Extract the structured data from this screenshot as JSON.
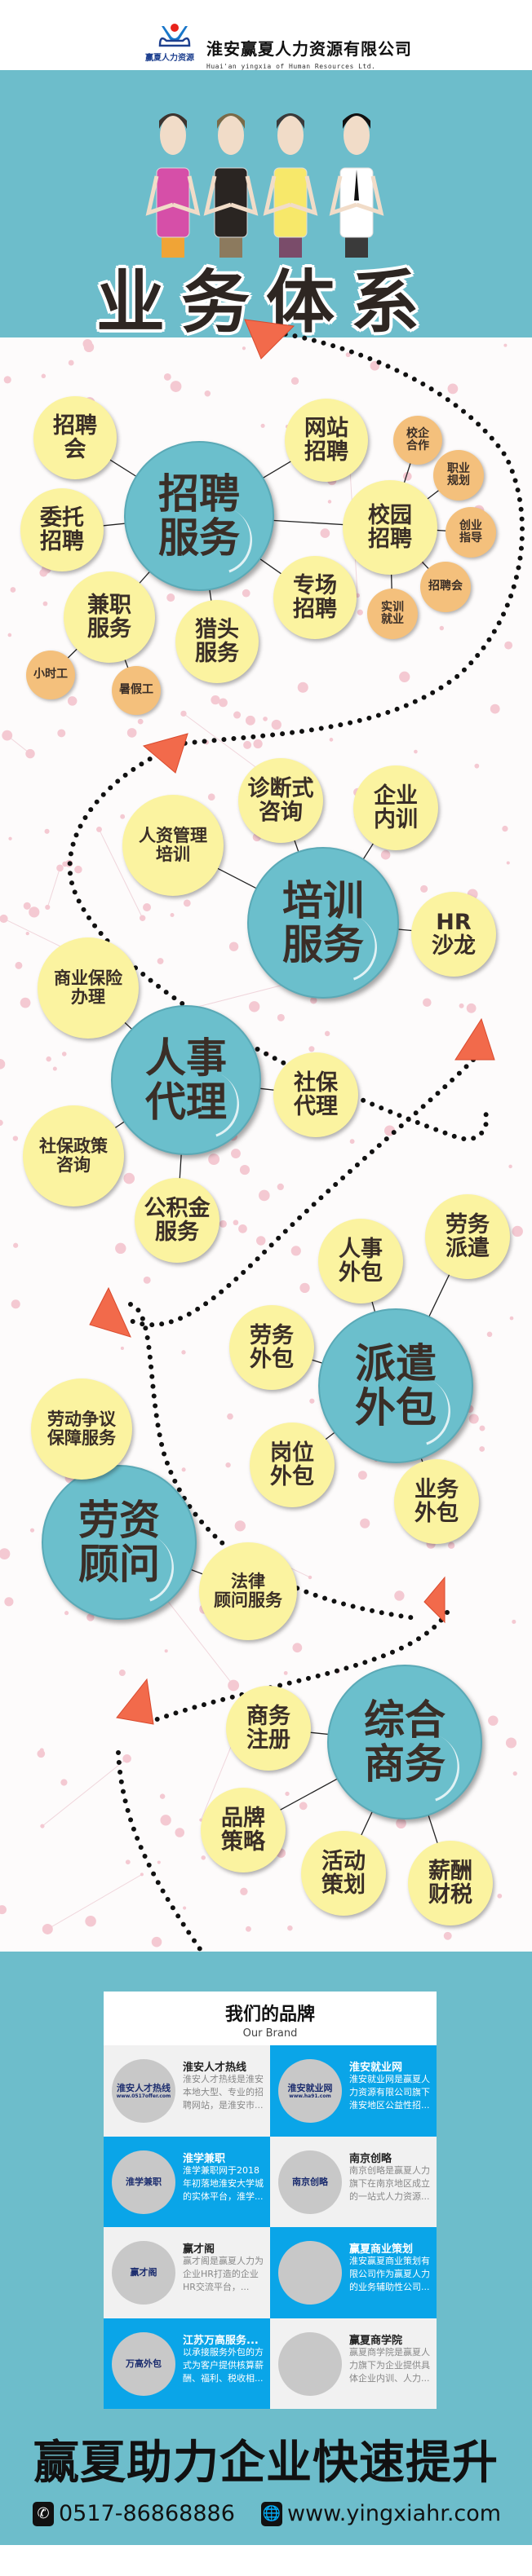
{
  "header": {
    "company_cn": "淮安赢夏人力资源有限公司",
    "company_en": "Huai'an yingxia of Human Resources Ltd.",
    "logo_text": "赢夏人力资源"
  },
  "hero": {
    "title": "业务体系"
  },
  "s1": {
    "main": "招聘\n服务",
    "items": [
      "招聘\n会",
      "网站\n招聘",
      "委托\n招聘",
      "兼职\n服务",
      "猎头\n服务",
      "专场\n招聘",
      "校园\n招聘"
    ],
    "subs": [
      "校企\n合作",
      "职业\n规划",
      "创业\n指导",
      "招聘会",
      "实训\n就业",
      "小时工",
      "暑假工"
    ]
  },
  "s2": {
    "main": "培训\n服务",
    "items": [
      "人资管理\n培训",
      "诊断式\n咨询",
      "企业\n内训",
      "HR\n沙龙"
    ]
  },
  "s3": {
    "main": "人事\n代理",
    "items": [
      "商业保险\n办理",
      "社保\n代理",
      "社保政策\n咨询",
      "公积金\n服务"
    ]
  },
  "s4": {
    "main": "派遣\n外包",
    "items": [
      "人事\n外包",
      "劳务\n派遣",
      "劳务\n外包",
      "岗位\n外包",
      "业务\n外包"
    ]
  },
  "s5": {
    "main": "劳资\n顾问",
    "items": [
      "劳动争议\n保障服务",
      "法律\n顾问服务"
    ]
  },
  "s6": {
    "main": "综合\n商务",
    "items": [
      "商务\n注册",
      "品牌\n策略",
      "活动\n策划",
      "薪酬\n财税"
    ]
  },
  "brands": {
    "title": "我们的品牌",
    "subtitle": "Our Brand",
    "items": [
      {
        "name": "淮安人才热线",
        "desc": "淮安人才热线是淮安本地大型、专业的招聘网站，是淮安市...",
        "logo": "淮安人才热线",
        "logo_sub": "www.0517offer.com"
      },
      {
        "name": "淮安就业网",
        "desc": "淮安就业网是赢夏人力资源有限公司旗下淮安地区公益性招...",
        "logo": "淮安就业网",
        "logo_sub": "www.ha91.com"
      },
      {
        "name": "淮学兼职",
        "desc": "淮学兼职网于2018年初落地淮安大学城的实体平台，淮学...",
        "logo": "淮学兼职"
      },
      {
        "name": "南京创略",
        "desc": "南京创略是赢夏人力旗下在南京地区成立的一站式人力资源...",
        "logo": "南京创略"
      },
      {
        "name": "赢才阁",
        "desc": "赢才阁是赢夏人力为企业HR打造的企业HR交流平台，...",
        "logo": "赢才阁"
      },
      {
        "name": "赢夏商业策划",
        "desc": "淮安赢夏商业策划有限公司作为赢夏人力的业务辅助性公司..."
      },
      {
        "name": "江苏万高服务...",
        "desc": "以承接服务外包的方式为客户提供核算薪酬、福利、税收相...",
        "logo": "万高外包"
      },
      {
        "name": "赢夏商学院",
        "desc": "赢夏商学院是赢夏人力旗下为企业提供具体企业内训、人力..."
      }
    ]
  },
  "footer": {
    "slogan": "赢夏助力企业快速提升",
    "phone": "0517-86868886",
    "website": "www.yingxiahr.com"
  },
  "colors": {
    "teal": "#6dbdcb",
    "yellow": "#fbf3a0",
    "orange": "#f4c07c",
    "brand_blue": "#0aa5e8",
    "plane": "#f26a4b"
  }
}
